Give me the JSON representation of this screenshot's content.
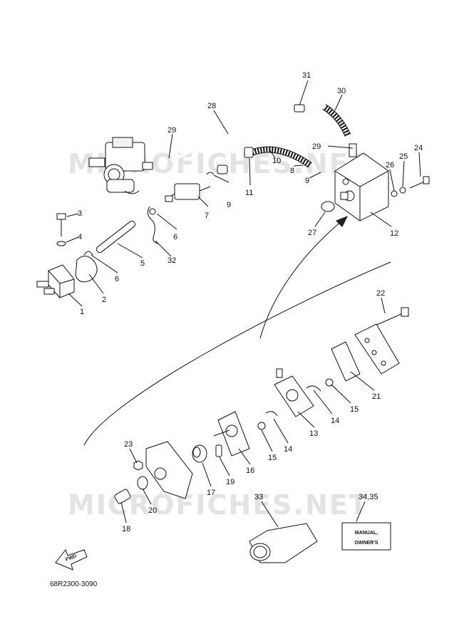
{
  "watermark": "MICROFICHES.NET",
  "diagram_code": "68R2300-3090",
  "fwd_label": "FWD",
  "manual_label_line1": "MANUAL,",
  "manual_label_line2": "OWNER'S",
  "callouts": {
    "c1": "1",
    "c2": "2",
    "c3": "3",
    "c4": "4",
    "c5": "5",
    "c6a": "6",
    "c6b": "6",
    "c7": "7",
    "c8": "8",
    "c9a": "9",
    "c9b": "9",
    "c10": "10",
    "c11": "11",
    "c12": "12",
    "c13": "13",
    "c14a": "14",
    "c14b": "14",
    "c15a": "15",
    "c15b": "15",
    "c16": "16",
    "c17": "17",
    "c18": "18",
    "c19": "19",
    "c20": "20",
    "c21": "21",
    "c22": "22",
    "c23": "23",
    "c24": "24",
    "c25": "25",
    "c26": "26",
    "c27": "27",
    "c28": "28",
    "c29a": "29",
    "c29b": "29",
    "c30": "30",
    "c31": "31",
    "c32": "32",
    "c33": "33",
    "c3435": "34,35"
  }
}
